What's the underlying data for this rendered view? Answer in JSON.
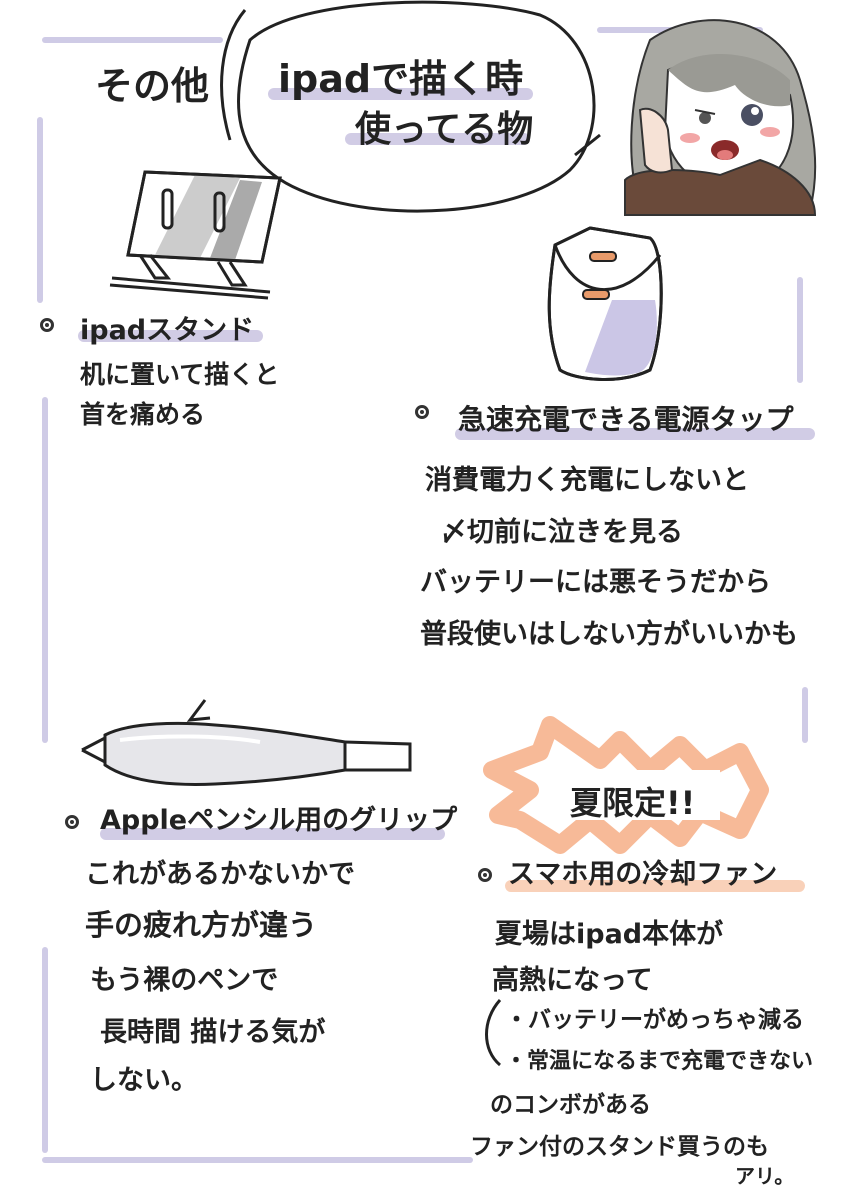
{
  "header": {
    "prefix": "その他",
    "line1": "ipadで描く時",
    "line2": "使ってる物"
  },
  "stand": {
    "title": "ipadスタンド",
    "desc": [
      "机に置いて描くと",
      "首を痛める"
    ]
  },
  "charger": {
    "title": "急速充電できる電源タップ",
    "desc": [
      "消費電力く充電にしないと",
      "〆切前に泣きを見る",
      "バッテリーには悪そうだから",
      "普段使いはしない方がいいかも"
    ]
  },
  "grip": {
    "title": "Appleペンシル用のグリップ",
    "desc": [
      "これがあるかないかで",
      "手の疲れ方が違う",
      "もう裸のペンで",
      "長時間 描ける気が",
      "しない。"
    ]
  },
  "fan": {
    "badge": "夏限定!!",
    "title": "スマホ用の冷却ファン",
    "desc": [
      "夏場はipad本体が",
      "高熱になって"
    ],
    "points": [
      "・バッテリーがめっちゃ減る",
      "・常温になるまで充電できない"
    ],
    "after": [
      "のコンボがある",
      "ファン付のスタンド買うのも",
      "アリ。"
    ]
  },
  "colors": {
    "highlight": "#c9c3e0",
    "frame": "#cfcbe6",
    "burst": "#f6b28d",
    "hair": "#9a9a94",
    "coat": "#6a4a3a"
  },
  "icons": [
    "stand-illustration",
    "charger-illustration",
    "pencil-grip-illustration",
    "character-face",
    "speech-bubble",
    "burst-shape"
  ]
}
